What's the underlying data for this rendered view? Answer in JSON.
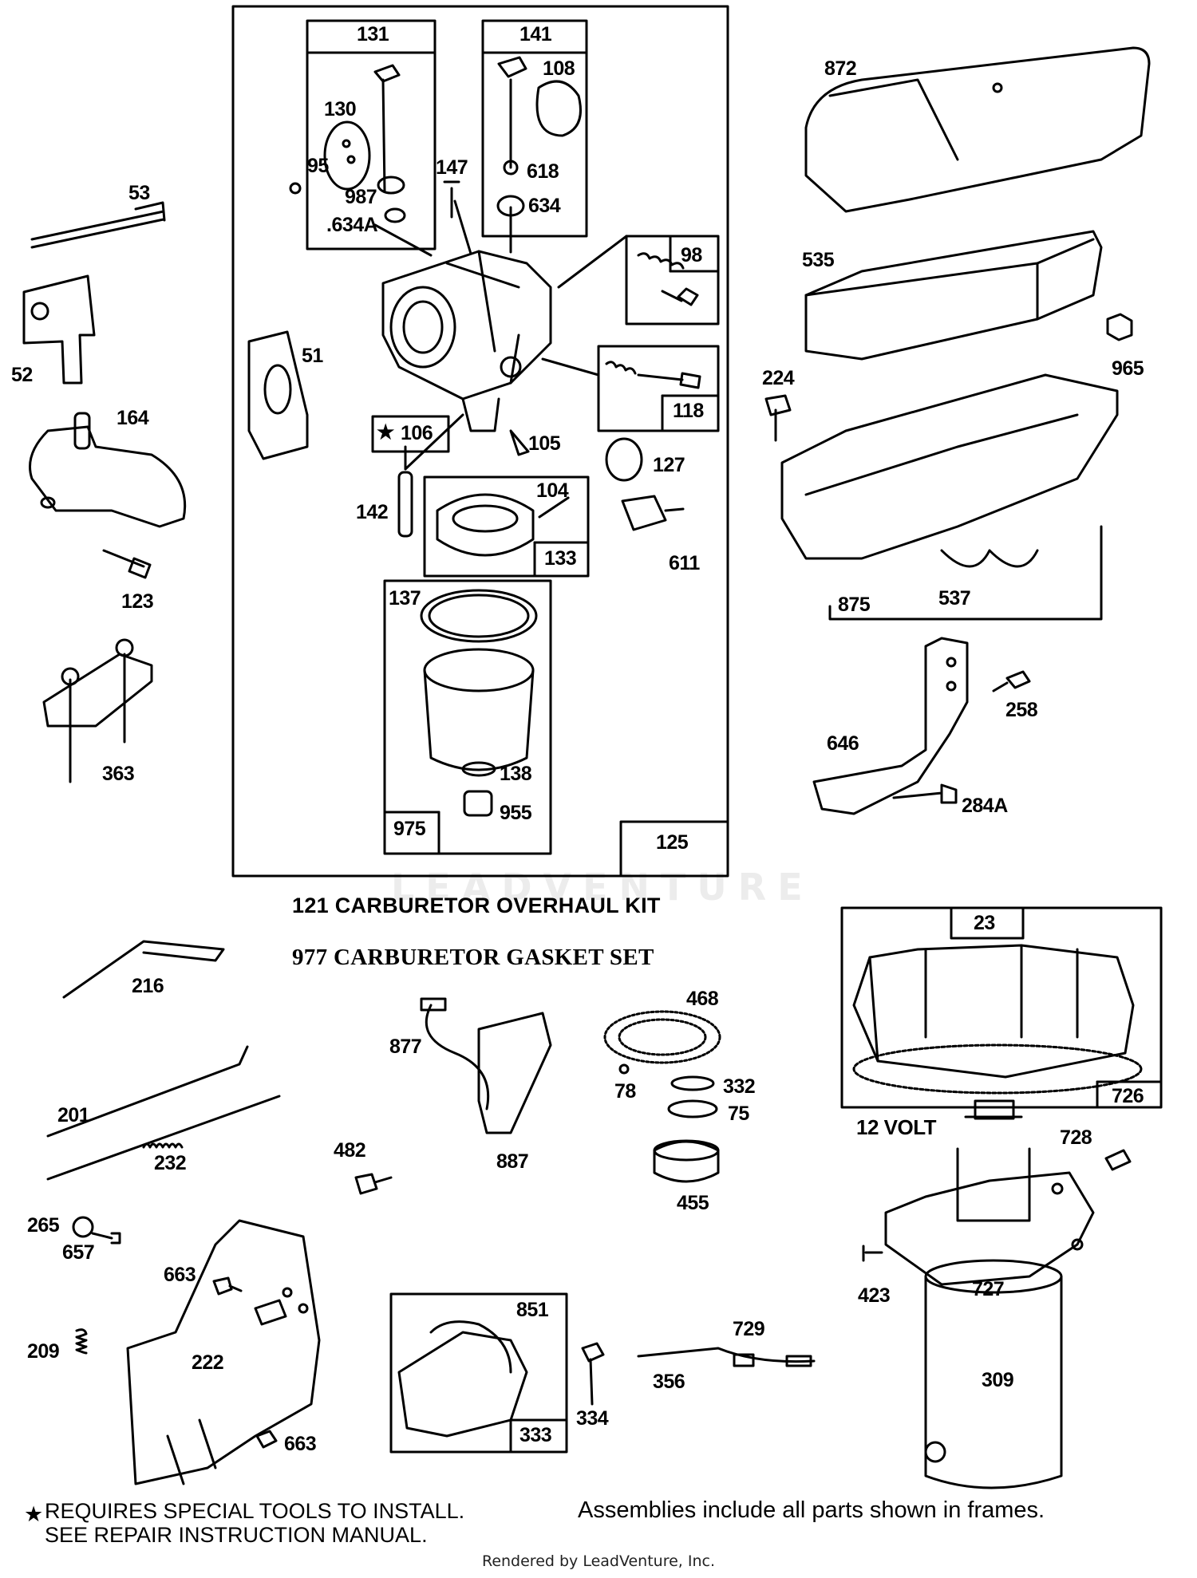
{
  "title_notes": {
    "kit_121": "121 CARBURETOR OVERHAUL KIT",
    "kit_977": "977 CARBURETOR GASKET SET",
    "special_tools_line1": "REQUIRES SPECIAL TOOLS TO INSTALL.",
    "special_tools_line2": "SEE REPAIR INSTRUCTION MANUAL.",
    "assemblies_note": "Assemblies include all parts shown in frames.",
    "star_symbol": "★",
    "volt_label": "12 VOLT"
  },
  "watermark": "LEADVENTURE",
  "footer": "Rendered by LeadVenture, Inc.",
  "frame_labels": {
    "f131": "131",
    "f141": "141",
    "f98": "98",
    "f118": "118",
    "f106": "106",
    "f133": "133",
    "f975": "975",
    "f125": "125",
    "f875": "875",
    "f23": "23",
    "f726": "726",
    "f333": "333"
  },
  "part_labels": {
    "p53": "53",
    "p52": "52",
    "p164": "164",
    "p123": "123",
    "p363": "363",
    "p130": "130",
    "p95": "95",
    "p987": "987",
    "p634a": ".634A",
    "p108": "108",
    "p618": "618",
    "p634": "634",
    "p147": "147",
    "p51": "51",
    "p105": "105",
    "p127": "127",
    "p142": "142",
    "p104": "104",
    "p611": "611",
    "p137": "137",
    "p138": "138",
    "p955": "955",
    "p872": "872",
    "p535": "535",
    "p965": "965",
    "p224": "224",
    "p537": "537",
    "p258": "258",
    "p646": "646",
    "p284a": "284A",
    "p216": "216",
    "p201": "201",
    "p232": "232",
    "p877": "877",
    "p887": "887",
    "p482": "482",
    "p468": "468",
    "p78": "78",
    "p332": "332",
    "p75": "75",
    "p455": "455",
    "p728": "728",
    "p423": "423",
    "p727": "727",
    "p309": "309",
    "p265": "265",
    "p657": "657",
    "p663a": "663",
    "p209": "209",
    "p222": "222",
    "p663b": "663",
    "p851": "851",
    "p334": "334",
    "p729": "729",
    "p356": "356"
  }
}
